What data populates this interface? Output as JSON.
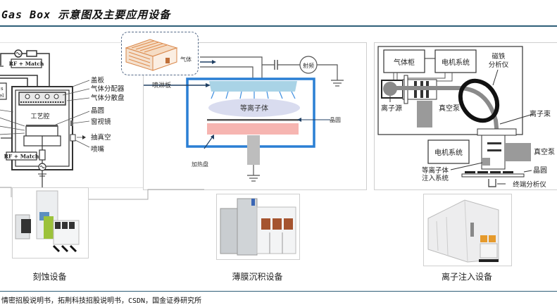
{
  "header": {
    "title": "Gas Box 示意图及主要应用设备"
  },
  "etch_diagram": {
    "rf_top": "RF + Match",
    "rf_bottom": "RF + Match",
    "left_label_a": "s",
    "left_label_b": "el",
    "chamber": "工艺腔",
    "labels": [
      "盖板",
      "气体分配器",
      "气体分散盘",
      "晶圆",
      "窗视镜",
      "抽真空",
      "喷嘴"
    ]
  },
  "cvd_diagram": {
    "gas": "气体",
    "showerhead": "喷淋板",
    "rf": "射频",
    "plasma": "等离子体",
    "wafer": "晶圆",
    "heater": "加热盘"
  },
  "implant_diagram": {
    "gas_cabinet": "气体柜",
    "motor_top": "电机系统",
    "magnet_analyzer": [
      "磁铁",
      "分析仪"
    ],
    "ion_source": "离子源",
    "vacuum_pump_top": "真空泵",
    "ion_beam": "离子束",
    "motor_bottom": "电机系统",
    "vacuum_pump_bottom": "真空泵",
    "plasma_injection": [
      "等离子体",
      "注入系统"
    ],
    "wafer": "晶圆",
    "end_analyzer": "终端分析仪"
  },
  "equipment": [
    {
      "caption": "刻蚀设备"
    },
    {
      "caption": "薄膜沉积设备"
    },
    {
      "caption": "离子注入设备"
    }
  ],
  "footer": {
    "source": "情密招股说明书，拓荆科技招股说明书，CSDN，国金证券研究所"
  },
  "colors": {
    "rule": "#2f5f78",
    "chamber_blue": "#2a7fd4",
    "showerhead": "#a9d3e6",
    "heater": "#f6b5b1",
    "plasma": "#d9dcef",
    "gasbox_orange": "#e9a46b"
  }
}
